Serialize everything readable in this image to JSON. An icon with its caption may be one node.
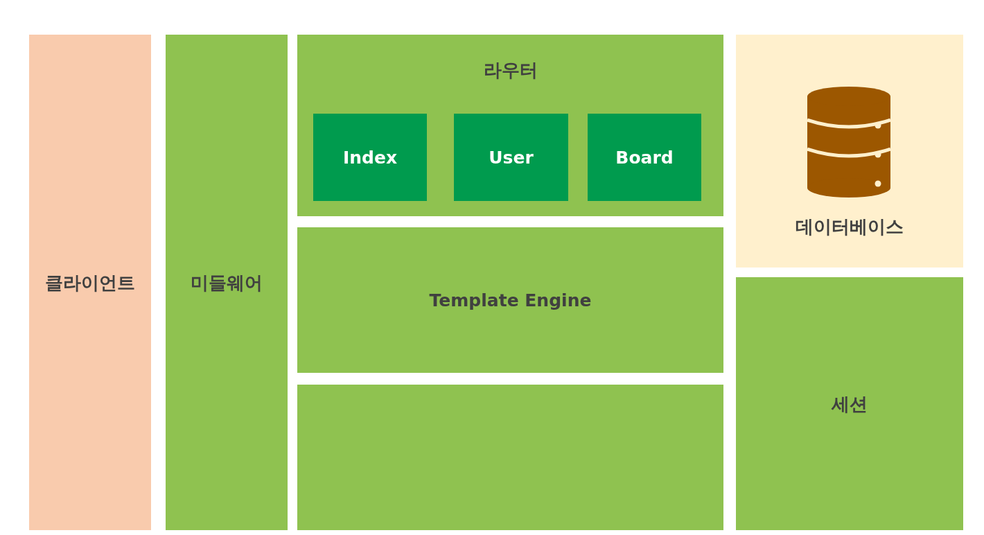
{
  "diagram": {
    "nodes": [
      {
        "text": [
          "클라이언트"
        ]
      },
      {
        "text": [
          "미들웨어"
        ]
      },
      {
        "text": [
          "라우터"
        ]
      },
      {
        "text": [
          "Index"
        ],
        "in": 2
      },
      {
        "text": [
          "User"
        ],
        "in": 2
      },
      {
        "text": [
          "Board"
        ],
        "in": 2
      },
      {
        "text": [
          "Template Engine"
        ]
      },
      {
        "text": [],
        "shape": "box"
      },
      {
        "text": [
          "데이터베이스"
        ]
      },
      {
        "text": [
          "세션"
        ]
      }
    ]
  }
}
